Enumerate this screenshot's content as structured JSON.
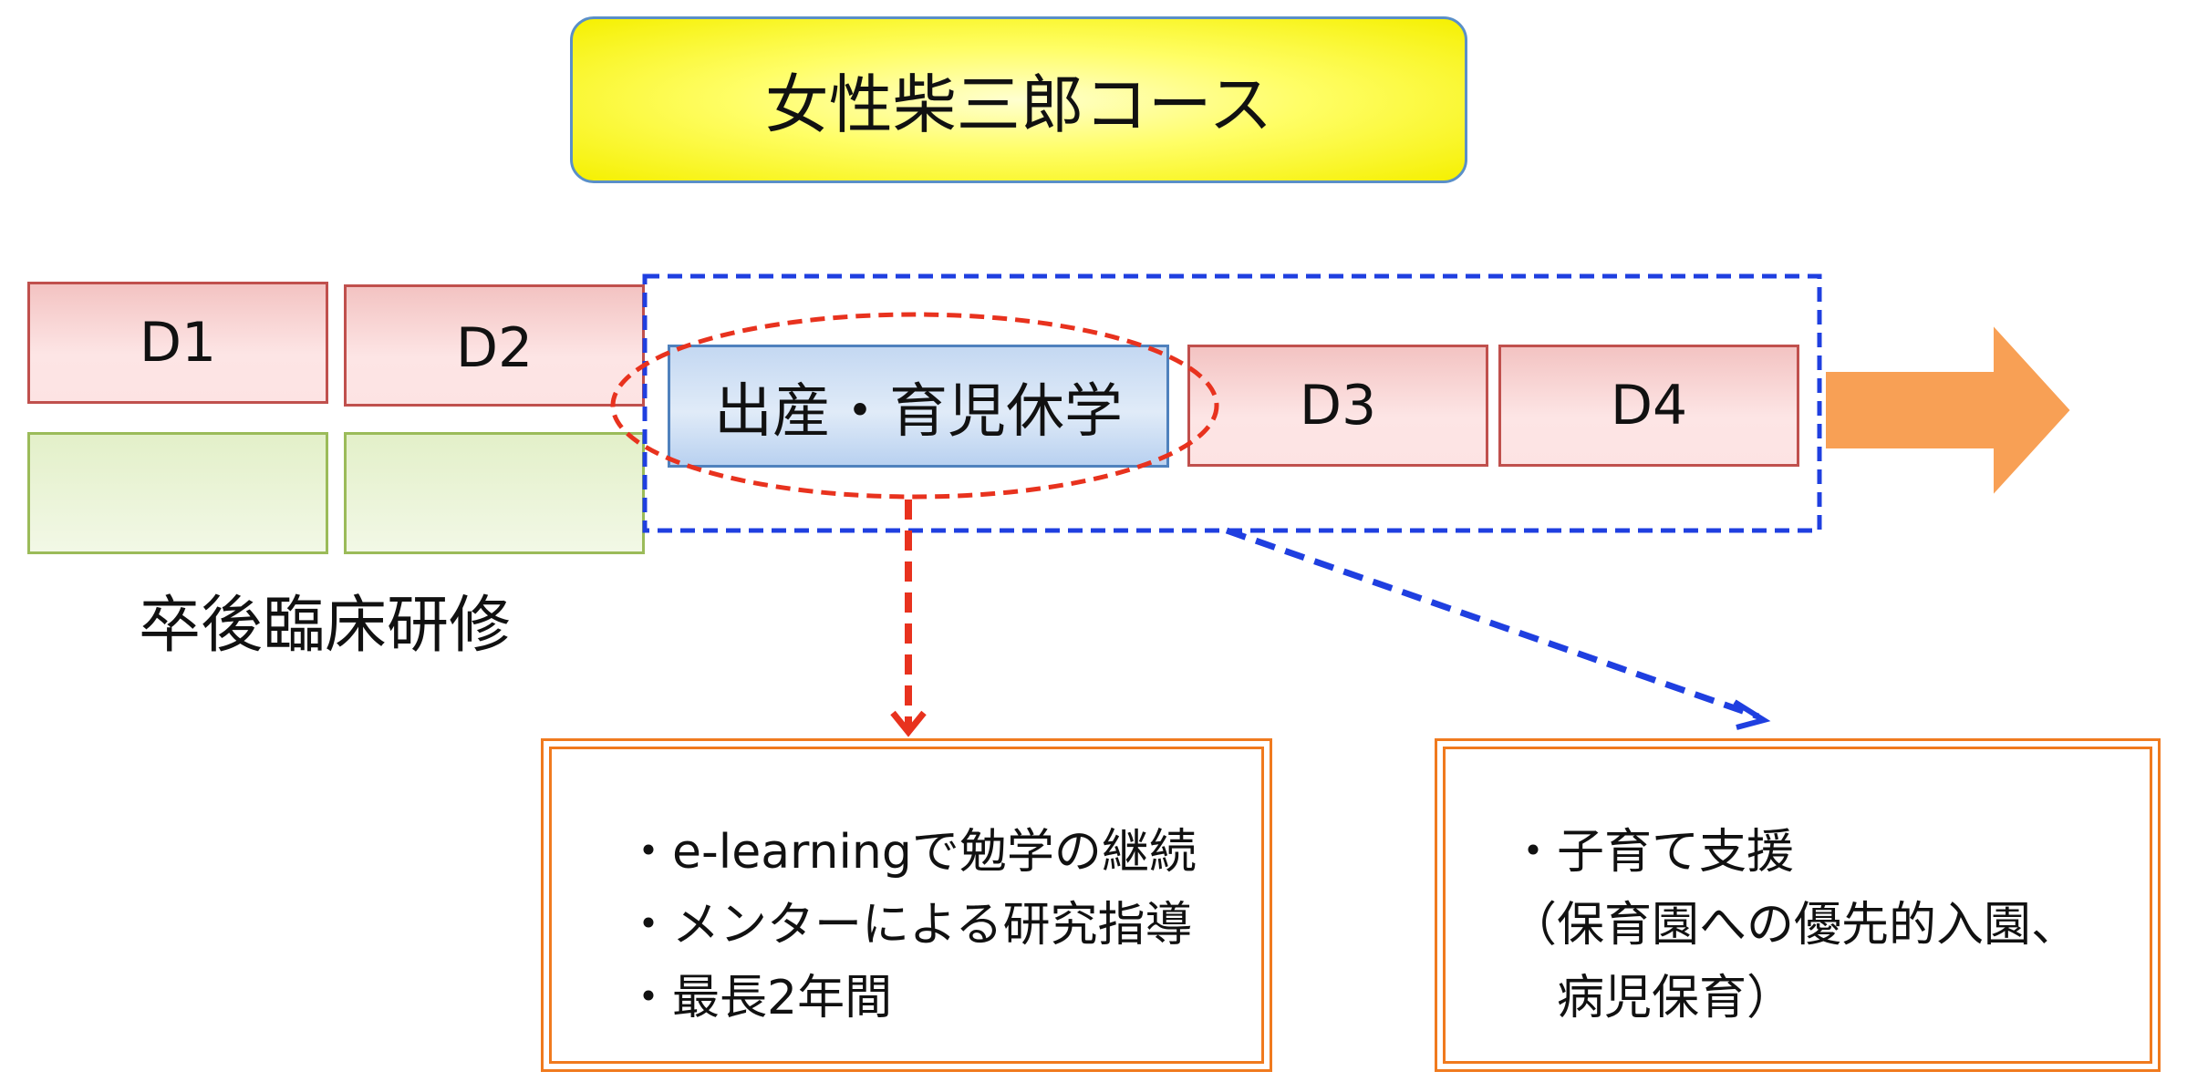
{
  "title": "女性柴三郎コース",
  "boxes": {
    "d1": "D1",
    "d2": "D2",
    "leave": "出産・育児休学",
    "d3": "D3",
    "d4": "D4"
  },
  "caption": "卒後臨床研修",
  "left_note": {
    "lines": [
      "・e-learningで勉学の継続",
      "・メンターによる研究指導",
      "・最長2年間"
    ]
  },
  "right_note": {
    "lines": [
      "・子育て支援",
      "（保育園への優先的入園、",
      "　病児保育）"
    ]
  },
  "colors": {
    "title_fill": "#fffe66",
    "red_box": "#f3c3c2",
    "green_box": "#e3f0c9",
    "blue_box": "#c4d8f2",
    "arrow": "#f8a055",
    "dashed_red": "#e8321e",
    "dashed_blue": "#1f3fe0",
    "note_border": "#f07a1e"
  }
}
